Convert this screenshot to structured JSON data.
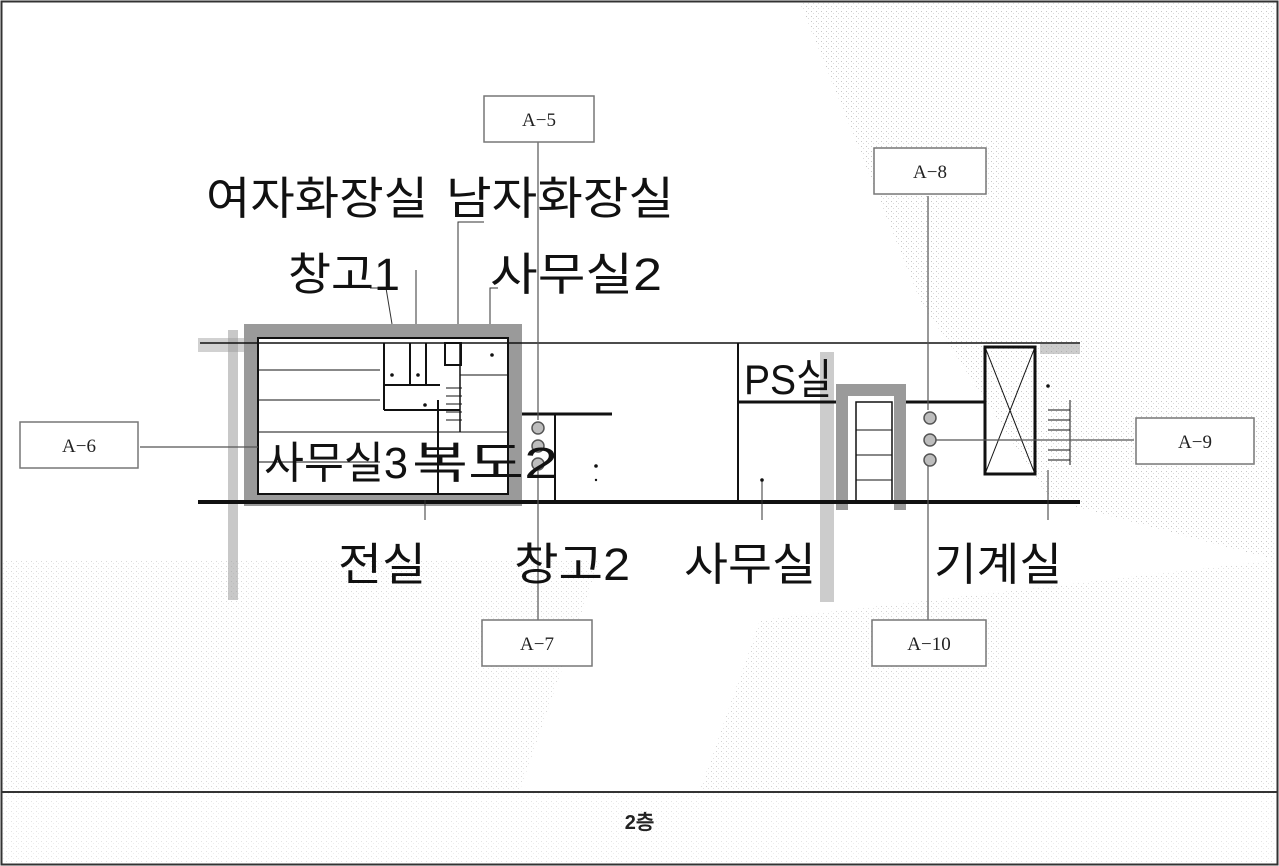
{
  "diagram": {
    "floor_caption": "2층",
    "room_labels": {
      "womens_restroom": "여자화장실",
      "mens_restroom": "남자화장실",
      "storage_1": "창고1",
      "office_2": "사무실2",
      "ps_room": "PS실",
      "office_3": "사무실3",
      "corridor_2": "복도2",
      "electrical_room": "전실",
      "storage_2": "창고2",
      "office": "사무실",
      "machine_room": "기계실"
    },
    "callouts": {
      "a5": "A−5",
      "a6": "A−6",
      "a7": "A−7",
      "a8": "A−8",
      "a9": "A−9",
      "a10": "A−10"
    },
    "colors": {
      "wall": "#9a9a9a",
      "line": "#111111",
      "callout_border": "#666666"
    }
  }
}
